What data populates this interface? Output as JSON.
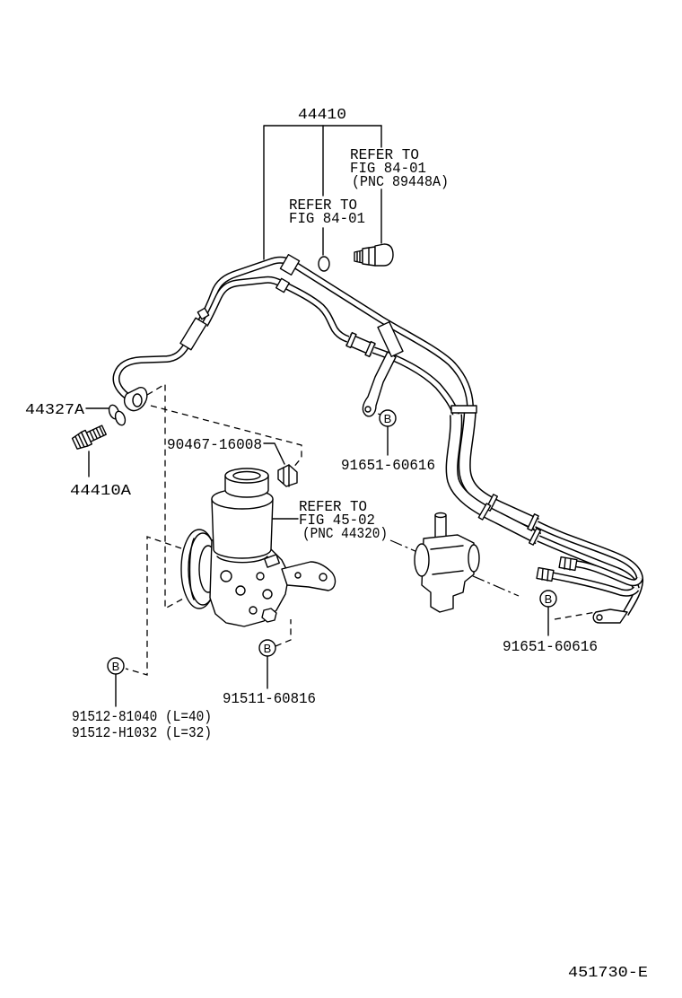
{
  "diagram": {
    "callouts": {
      "p44410": "44410",
      "p44327a": "44327A",
      "p44410a": "44410A",
      "p90467": "90467-16008",
      "p91651_upper": "91651-60616",
      "p91651_lower": "91651-60616",
      "p91511": "91511-60816",
      "p91512_l40": "91512-81040 (L=40)",
      "p91512_l32": "91512-H1032 (L=32)"
    },
    "references": {
      "ref_84_01_pnc": [
        "REFER TO",
        "FIG 84-01",
        "(PNC 89448A)"
      ],
      "ref_84_01": [
        "REFER TO",
        "FIG 84-01"
      ],
      "ref_45_02_pnc": [
        "REFER TO",
        "FIG 45-02",
        "(PNC 44320)"
      ]
    },
    "markers": [
      "B",
      "B",
      "B",
      "B"
    ],
    "illustration_code": "451730-E"
  }
}
